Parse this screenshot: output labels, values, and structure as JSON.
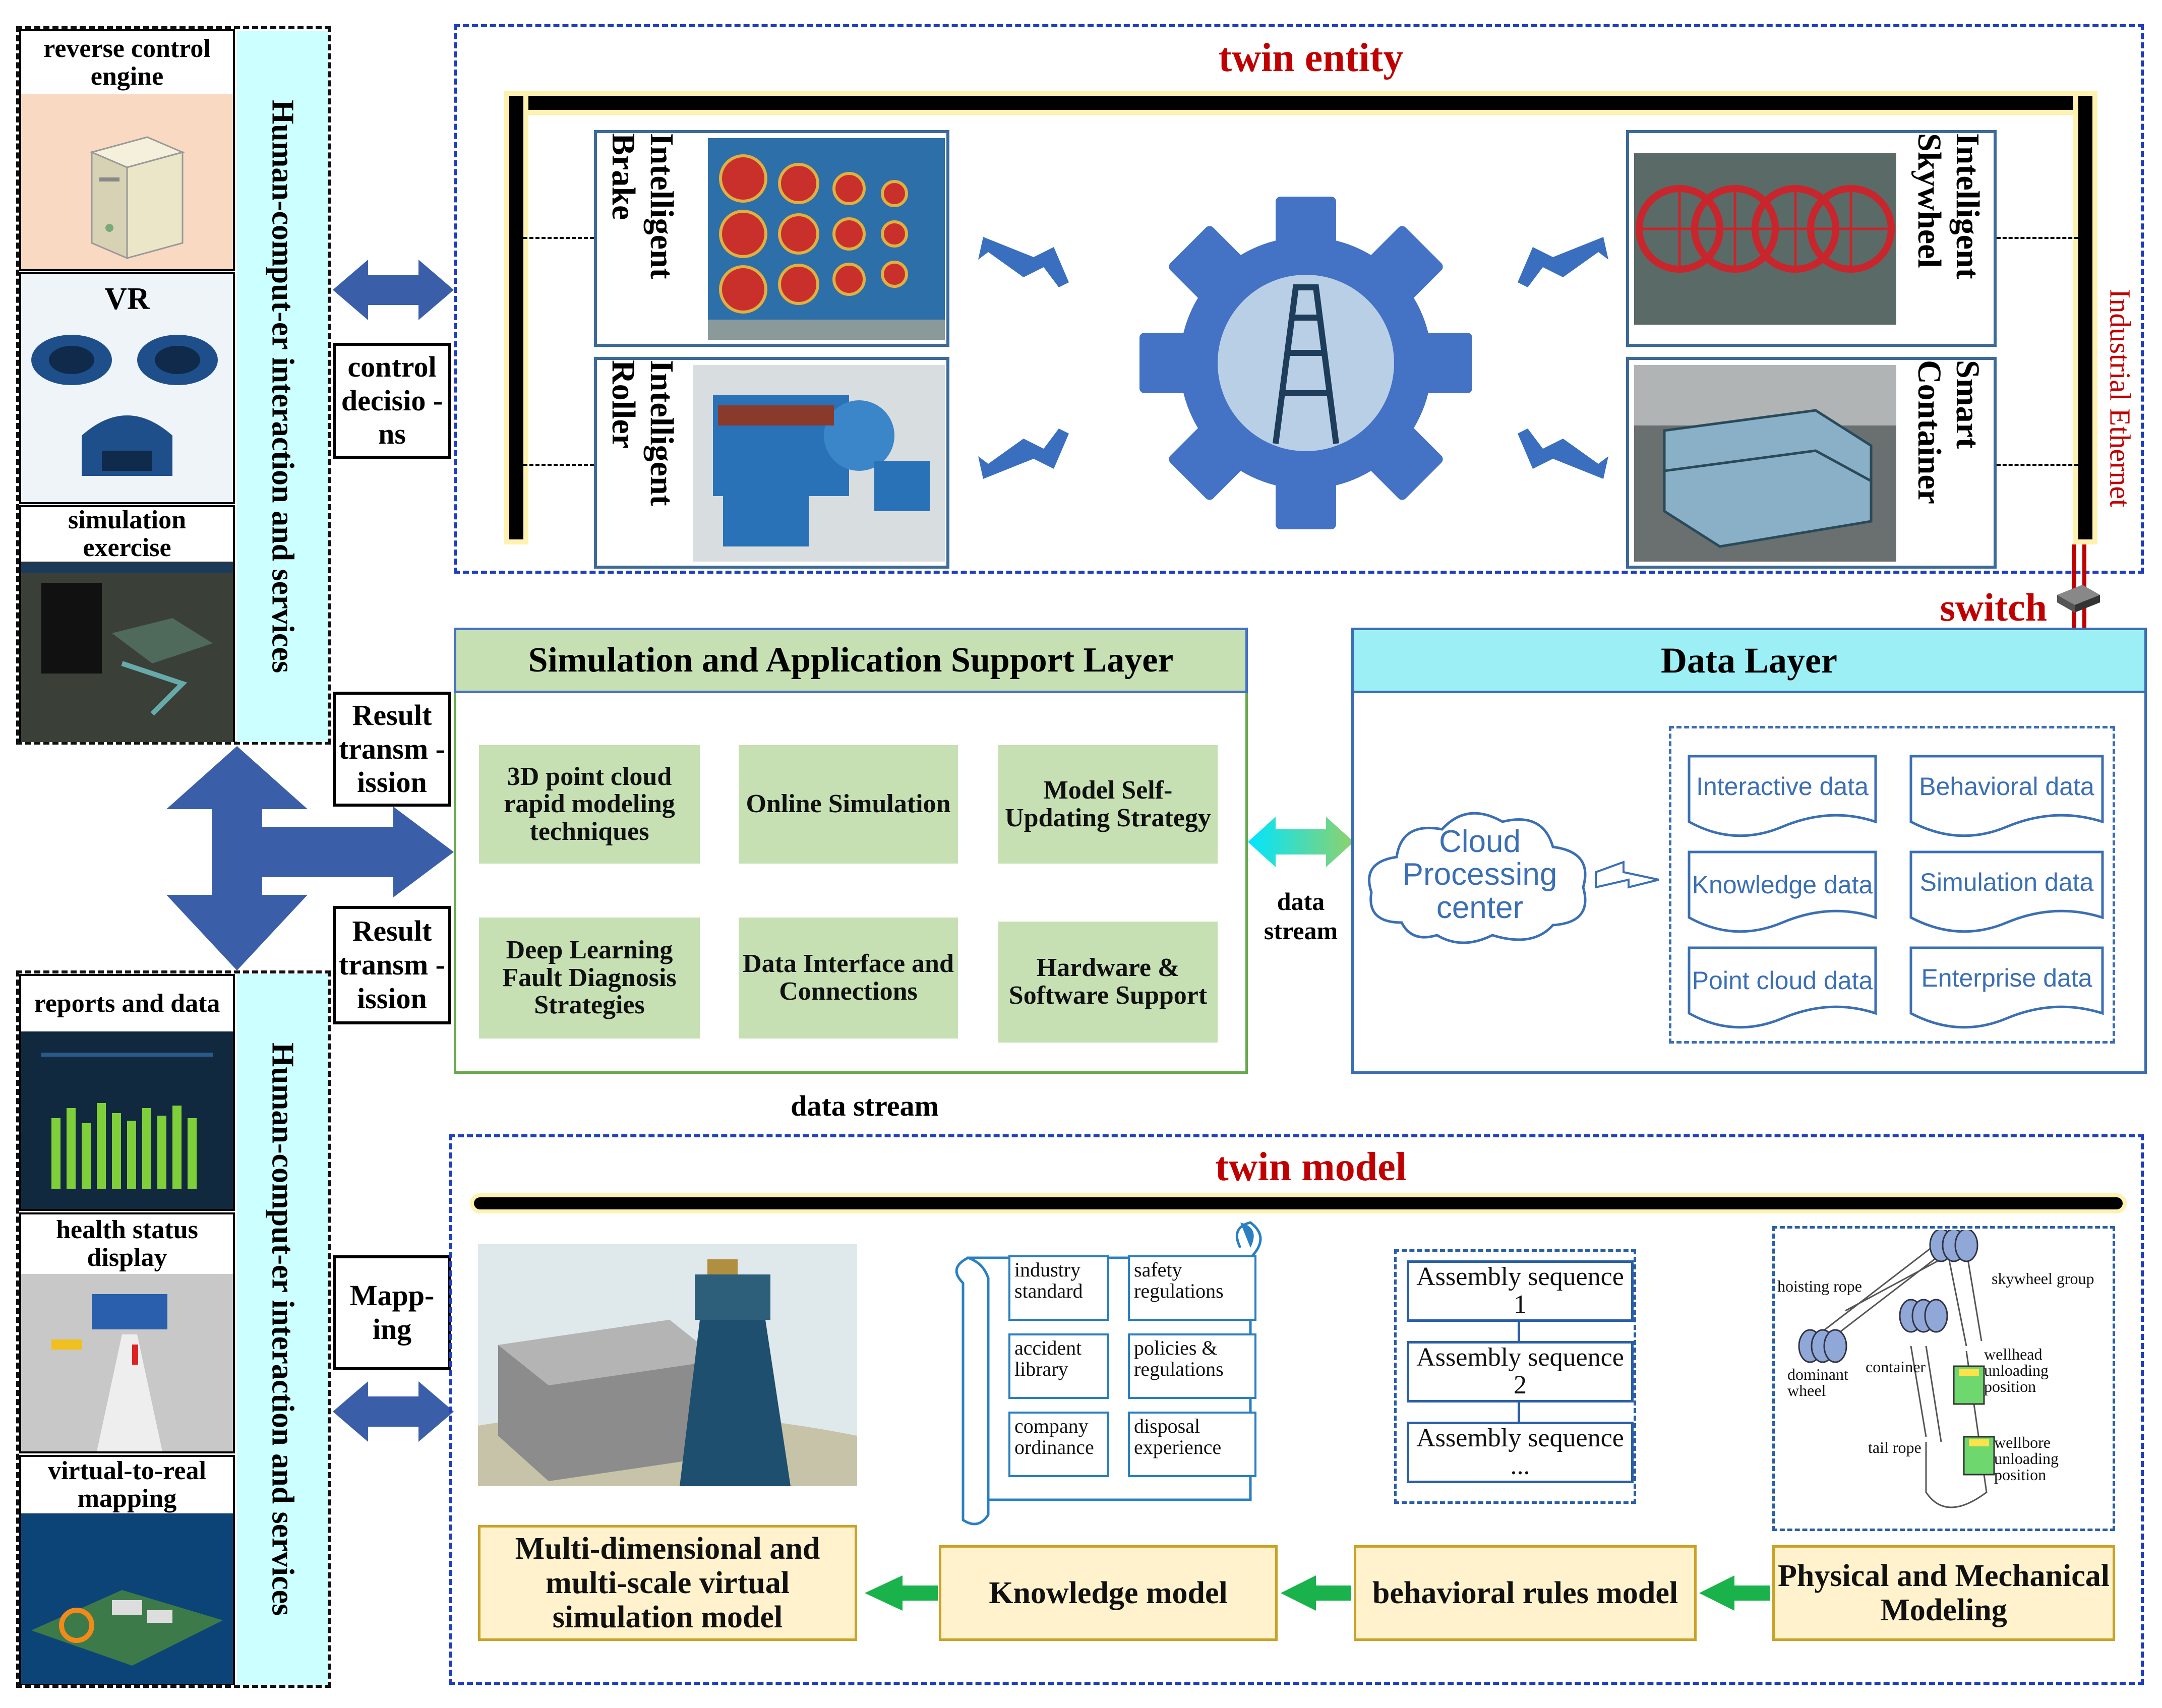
{
  "twin_entity": {
    "title": "twin entity",
    "brake": "Intelligent Brake",
    "roller": "Intelligent Roller",
    "skywheel": "Intelligent Skywheel",
    "container": "Smart Container",
    "ethernet": "Industrial Ethernet",
    "switch": "switch"
  },
  "left_top": {
    "panels": [
      "reverse control engine",
      "VR",
      "simulation exercise"
    ],
    "band": "Human-comput-er interaction and services",
    "control": "control decisio -ns",
    "result_top": "Result transm -ission",
    "result_bottom": "Result transm -ission"
  },
  "left_bottom": {
    "panels": [
      "reports and data",
      "health status display",
      "virtual-to-real mapping"
    ],
    "band": "Human-comput-er interaction and services",
    "mapping": "Mapp- ing"
  },
  "sim_layer": {
    "title": "Simulation and Application Support Layer",
    "tiles": [
      "3D point cloud rapid modeling techniques",
      "Online Simulation",
      "Model Self-Updating Strategy",
      "Deep Learning Fault Diagnosis Strategies",
      "Data Interface and Connections",
      "Hardware & Software Support"
    ]
  },
  "data_stream_mid": "data stream",
  "data_stream_bottom": "data stream",
  "data_layer": {
    "title": "Data Layer",
    "cloud": "Cloud Processing center",
    "items": [
      "Interactive data",
      "Behavioral data",
      "Knowledge data",
      "Simulation data",
      "Point cloud data",
      "Enterprise data"
    ]
  },
  "twin_model": {
    "title": "twin model",
    "knowledge_items": [
      "industry standard",
      "safety regulations",
      "accident library",
      "policies & regulations",
      "company ordinance",
      "disposal experience"
    ],
    "sequences": [
      "Assembly sequence 1",
      "Assembly sequence 2",
      "Assembly sequence ..."
    ],
    "physical_labels": [
      "hoisting rope",
      "skywheel group",
      "dominant wheel",
      "container",
      "wellhead unloading position",
      "tail rope",
      "wellbore unloading position"
    ],
    "boxes": [
      "Multi-dimensional and multi-scale virtual simulation model",
      "Knowledge model",
      "behavioral rules model",
      "Physical and Mechanical Modeling"
    ]
  },
  "colors": {
    "arrow_blue": "#3a5fa8",
    "title_red": "#c00000",
    "green_tile": "#c6e0b4",
    "yellow_box": "#fff2cc",
    "cyan_band": "#ccffff",
    "data_layer_header": "#9cf0f5"
  }
}
